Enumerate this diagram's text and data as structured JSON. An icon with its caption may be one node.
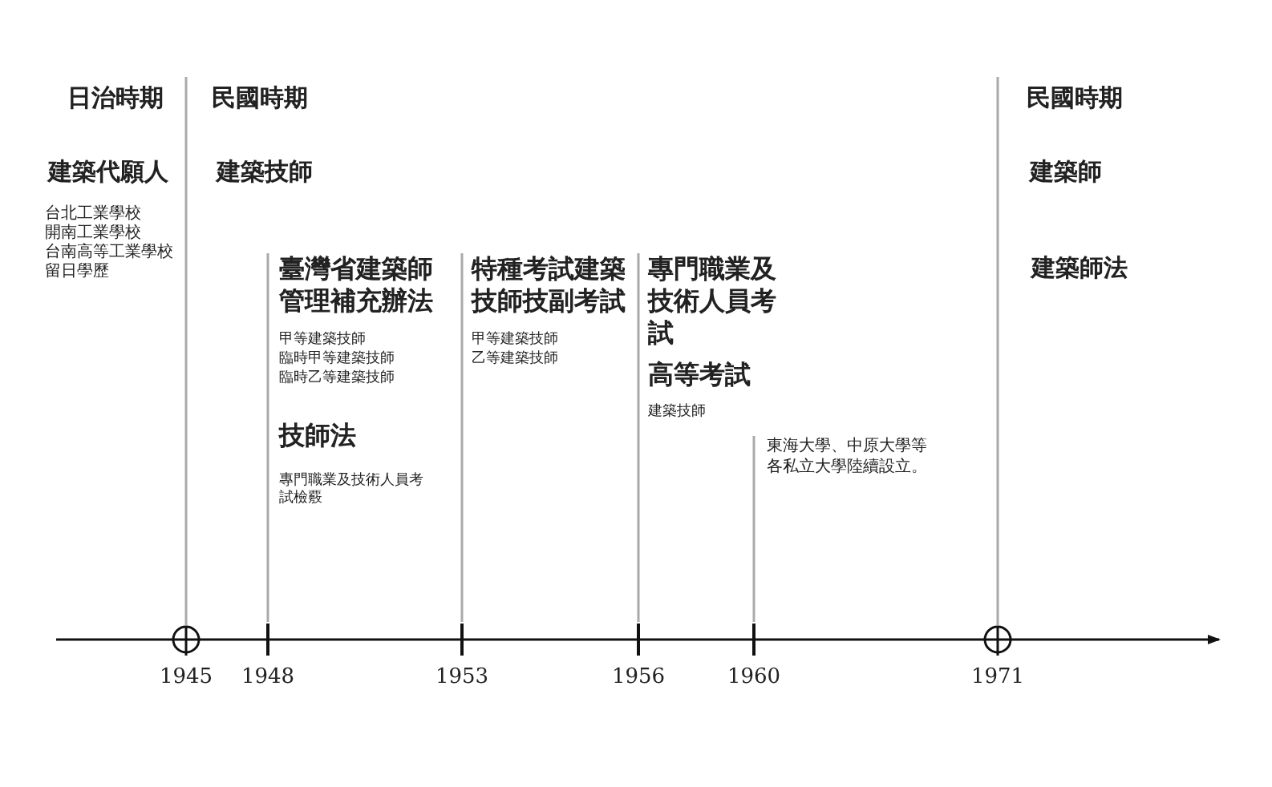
{
  "diagram": {
    "labels": [
      "日治時期",
      "民國時期",
      "民國時期",
      "建築代願人",
      "建築技師",
      "建築師",
      "台北工業學校",
      "開南工業學校",
      "台南高等工業學校",
      "留日學歷",
      "臺灣省建築師管理補充辦法",
      "特種考試建築技師技副考試",
      "專門職業及技術人員考試",
      "建築師法",
      "甲等建築技師",
      "臨時甲等建築技師",
      "臨時乙等建築技師",
      "甲等建築技師",
      "乙等建築技師",
      "高等考試",
      "建築技師",
      "技師法",
      "東海大學、中原大學等各私立大學陸續設立。",
      "專門職業及技術人員考試檢覈",
      "1945",
      "1948",
      "1953",
      "1956",
      "1960",
      "1971"
    ]
  }
}
